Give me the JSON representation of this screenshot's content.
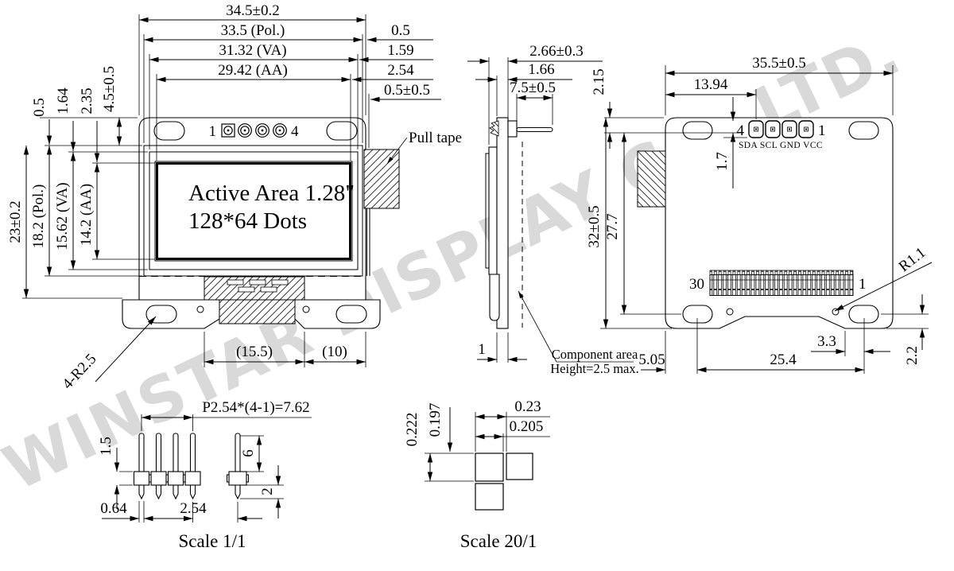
{
  "watermark": {
    "text": "WINSTAR DISPLAY CO.,LTD.",
    "color": "#d9d9d9"
  },
  "front_view": {
    "dims_top": [
      "34.5±0.2",
      "33.5 (Pol.)",
      "31.32 (VA)",
      "29.42 (AA)"
    ],
    "dims_top_right": [
      "0.5",
      "1.59",
      "2.54",
      "0.5±0.5"
    ],
    "dims_left_upper": [
      "0.5",
      "1.64",
      "2.35",
      "4.5±0.5"
    ],
    "dims_left": [
      "23±0.2",
      "18.2 (Pol.)",
      "15.62 (VA)",
      "14.2 (AA)"
    ],
    "dims_bottom": [
      "(15.5)",
      "(10)"
    ],
    "corner_radius_label": "4-R2.5",
    "pin_start_label": "1",
    "pin_end_label": "4",
    "active_area_line1": "Active Area 1.28\"",
    "active_area_line2": "128*64 Dots",
    "pull_tape_label": "Pull tape"
  },
  "side_view": {
    "dim_total_thickness": "2.66±0.3",
    "dim_module_thickness": "1.66",
    "dim_pin_length": "7.5±0.5",
    "dim_pcb_thickness": "1",
    "component_area_line1": "Component area",
    "component_area_line2": "Height=2.5 max."
  },
  "back_view": {
    "dim_width": "35.5±0.5",
    "dim_pin_offset": "13.94",
    "dim_top_margin": "2.15",
    "dim_pad_offset": "1.7",
    "dim_height": "32±0.5",
    "dim_hole_span": "27.7",
    "pin_start_label": "4",
    "pin_end_label": "1",
    "pad_names": "SDA SCL GND VCC",
    "connector_start_label": "30",
    "connector_end_label": "1",
    "corner_radius_label": "R1.1",
    "dim_hole_edge": "2.2",
    "dim_conn_margin": "3.3",
    "dim_hole_left": "5.05",
    "dim_hole_pitch": "25.4"
  },
  "pin_header_detail": {
    "pitch_formula": "P2.54*(4-1)=7.62",
    "dim_housing": "1.5",
    "dim_pin_width": "0.64",
    "dim_pitch": "2.54",
    "dim_pin_length": "6",
    "dim_tail_length": "2",
    "scale_label": "Scale 1/1"
  },
  "dot_pitch_detail": {
    "dim_h_pitch": "0.23",
    "dim_dot_width": "0.205",
    "dim_v_pitch": "0.222",
    "dim_dot_height": "0.197",
    "scale_label": "Scale 20/1"
  }
}
